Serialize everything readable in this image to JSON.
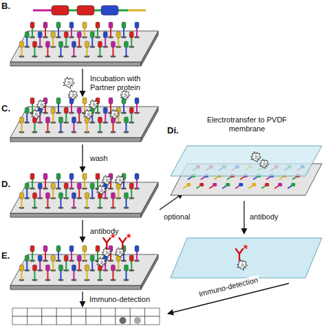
{
  "diagram": {
    "labels": [
      "B.",
      "Incubation with Partner protein",
      "C.",
      "wash",
      "D.",
      "optional",
      "Di.",
      "Electrotransfer to PVDF membrane",
      "antibody",
      "E.",
      "antibody",
      "Immuno-detection",
      "Immuno-detection"
    ]
  }
}
